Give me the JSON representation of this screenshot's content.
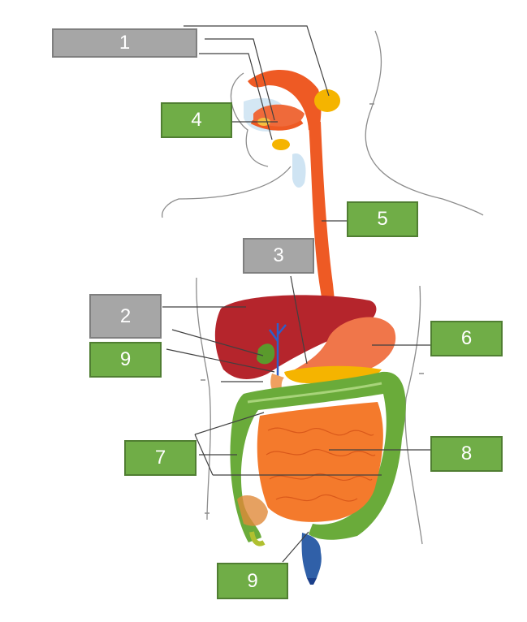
{
  "labels": [
    {
      "id": "l1",
      "text": "1",
      "kind": "gray"
    },
    {
      "id": "l4",
      "text": "4",
      "kind": "green"
    },
    {
      "id": "l5",
      "text": "5",
      "kind": "green"
    },
    {
      "id": "l3",
      "text": "3",
      "kind": "gray"
    },
    {
      "id": "l2",
      "text": "2",
      "kind": "gray"
    },
    {
      "id": "l6",
      "text": "6",
      "kind": "green"
    },
    {
      "id": "l9a",
      "text": "9",
      "kind": "green"
    },
    {
      "id": "l7",
      "text": "7",
      "kind": "green"
    },
    {
      "id": "l8",
      "text": "8",
      "kind": "green"
    },
    {
      "id": "l9b",
      "text": "9",
      "kind": "green"
    }
  ],
  "colors": {
    "gray_fill": "#a6a6a6",
    "green_fill": "#70ad47",
    "liver": "#b5252c",
    "esophagus": "#ee5a24",
    "stomach": "#f0764a",
    "small_intestine": "#f47a2c",
    "large_intestine": "#6aab3a",
    "salivary_gland": "#f5b400",
    "gallbladder_bile": "#2e5fc9"
  }
}
